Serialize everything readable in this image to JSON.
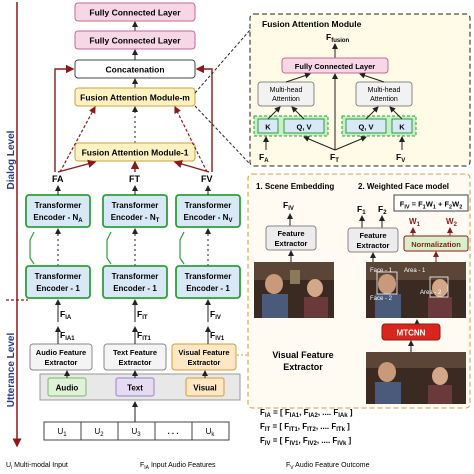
{
  "levels": {
    "dialog": "Dialog Level",
    "utterance": "Utterance Level"
  },
  "top": {
    "fc1": "Fully Connected Layer",
    "fc2": "Fully Connected Layer",
    "concat": "Concatenation",
    "fam_m": "Fusion Attention Module-m",
    "fam_1": "Fusion Attention Module-1"
  },
  "streams": {
    "fa": "FA",
    "ft": "FT",
    "fv": "FV",
    "enc_top": [
      "Transformer Encoder - NA",
      "Transformer Encoder - NT",
      "Transformer Encoder - NV"
    ],
    "enc_bottom": [
      "Transformer Encoder - 1",
      "Transformer Encoder - 1",
      "Transformer Encoder - 1"
    ],
    "fia": "FIA",
    "fit": "FIT",
    "fiv": "FIV",
    "fia1": "FIA1",
    "fit1": "FIT1",
    "fiv1": "FIV1",
    "extractors": [
      "Audio Feature Extractor",
      "Text Feature Extractor",
      "Visual Feature Extractor"
    ]
  },
  "inputs": {
    "audio": "Audio",
    "text": "Text",
    "visual": "Visual"
  },
  "utterances": [
    "U1",
    "U2",
    "U3",
    "Uk"
  ],
  "ellipsis": ". . .",
  "inset_fusion": {
    "title": "Fusion Attention Module",
    "output": "Ffusion",
    "fc": "Fully Connected Layer",
    "mha_left": "Multi-head Attention",
    "mha_right": "Multi-head Attention",
    "k_left": "K",
    "qv_left": "Q, V",
    "qv_right": "Q, V",
    "k_right": "K",
    "fa": "FA",
    "ft": "FT",
    "fv": "FV"
  },
  "inset_visual": {
    "scene_title": "1. Scene Embedding",
    "face_title": "2. Weighted Face model",
    "fiv": "FIV",
    "f1": "F1",
    "f2": "F2",
    "formula": "FIV = F1W1 + F2W2",
    "w1": "W1",
    "w2": "W2",
    "fe_left": "Feature Extractor",
    "fe_right": "Feature Extractor",
    "normalization": "Normalization",
    "face1": "Face - 1",
    "face2": "Face - 2",
    "area1": "Area - 1",
    "area2": "Area - 2",
    "mtcnn": "MTCNN",
    "caption": "Visual Feature Extractor"
  },
  "equations": [
    "FIA = [ FIA1, FIA2, .... FIAk ]",
    "FIT = [ FIT1, FIT2, .... FITk ]",
    "FIV = [ FIV1, FIV2, .... FIVk ]"
  ],
  "legend": [
    "Ui  Multi-modal Input",
    "FIA  Input Audio Features",
    "FV  Audio Feature Outcome"
  ],
  "colors": {
    "enc_border": "#2e9e3a",
    "enc_fill": "#d9e8f7",
    "fam_fill": "#fff2c2",
    "fam_border": "#c9a13a",
    "arrow": "#8b1a1a",
    "mtcnn": "#d9261c",
    "norm_fill": "#d8f0c8",
    "kv_fill": "#c8efc8"
  }
}
